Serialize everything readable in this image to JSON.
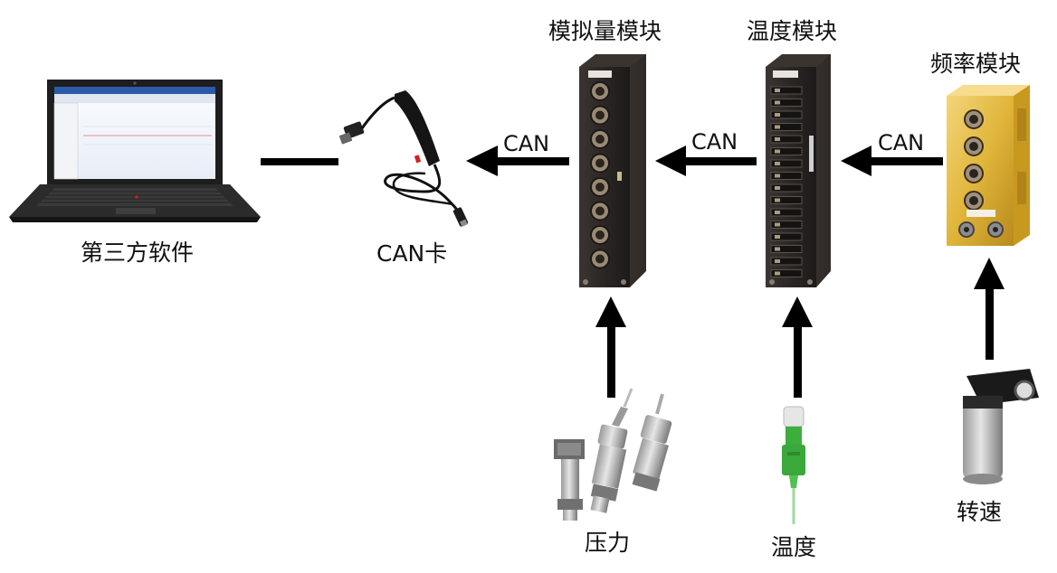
{
  "labels": {
    "analog_module": "模拟量模块",
    "temperature_module": "温度模块",
    "frequency_module": "频率模块",
    "can_link_1": "CAN",
    "can_link_2": "CAN",
    "can_link_3": "CAN",
    "software": "第三方软件",
    "can_card": "CAN卡",
    "pressure": "压力",
    "temperature": "温度",
    "speed": "转速"
  },
  "icons": {
    "laptop": "laptop-icon",
    "can_adapter": "usb-can-adapter-icon",
    "analog_module": "analog-module-icon",
    "temperature_module": "temperature-module-icon",
    "frequency_module": "frequency-module-icon",
    "pressure_sensors": "pressure-sensor-icon",
    "temperature_sensor": "thermocouple-icon",
    "speed_sensor": "speed-sensor-icon"
  },
  "colors": {
    "arrow": "#000000",
    "module_dark": "#2a2624",
    "module_gold": "#e0b53a",
    "thermocouple_green": "#3cae3c"
  }
}
